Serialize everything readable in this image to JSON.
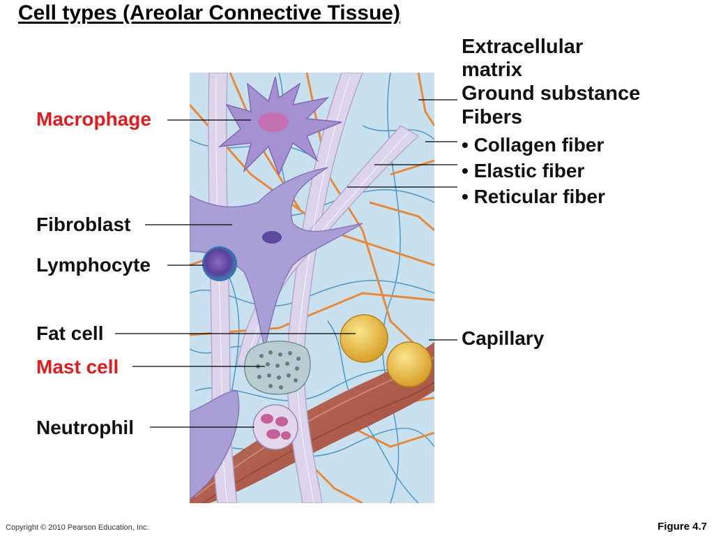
{
  "title": "Cell types (Areolar Connective Tissue)",
  "left_labels": {
    "macrophage": "Macrophage",
    "fibroblast": "Fibroblast",
    "lymphocyte": "Lymphocyte",
    "fat_cell": "Fat cell",
    "mast_cell": "Mast cell",
    "neutrophil": "Neutrophil"
  },
  "right_labels": {
    "ecm_line1": "Extracellular",
    "ecm_line2": "matrix",
    "ground": "Ground substance",
    "fibers": "Fibers",
    "collagen": "• Collagen fiber",
    "elastic": "• Elastic fiber",
    "reticular": "• Reticular fiber",
    "capillary": "Capillary"
  },
  "footer": {
    "copyright": "Copyright © 2010 Pearson Education, Inc.",
    "figure": "Figure 4.7"
  },
  "colors": {
    "highlight": "#e41a1c",
    "ground": "#c9e2f0",
    "collagen": "#ddd6ea",
    "elastic": "#e8893a",
    "reticular": "#3d8fc4",
    "capillary": "#b05a4a",
    "fat": "#e8b73a",
    "macrophage": "#a591d2"
  }
}
